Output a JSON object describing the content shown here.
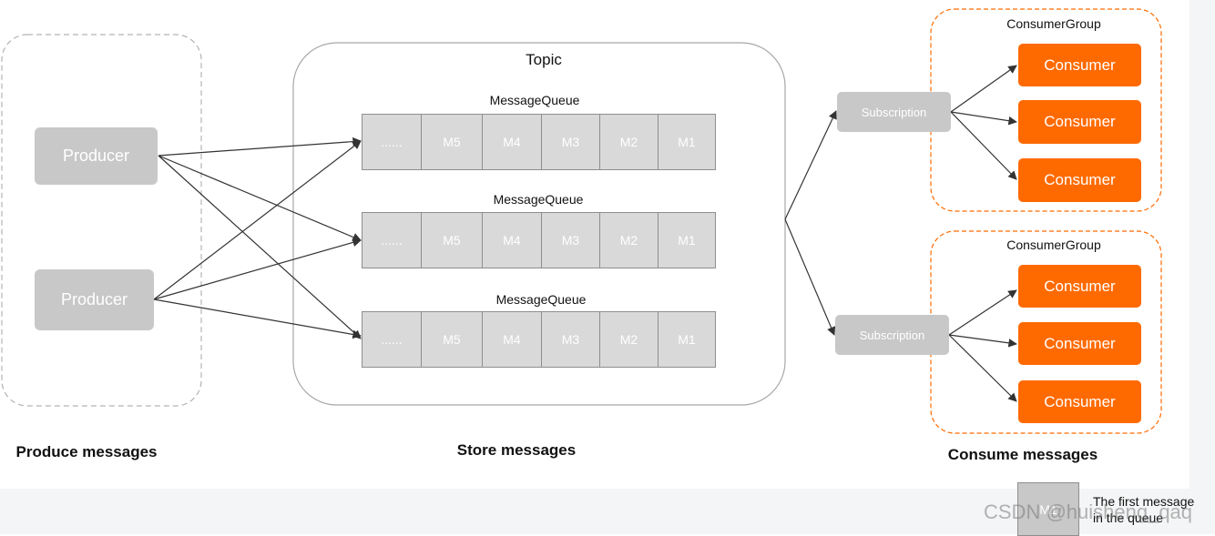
{
  "sections": {
    "produce": "Produce messages",
    "store": "Store messages",
    "consume": "Consume messages"
  },
  "topic": {
    "title": "Topic"
  },
  "producers": [
    {
      "label": "Producer"
    },
    {
      "label": "Producer"
    }
  ],
  "queues": [
    {
      "label": "MessageQueue",
      "cells": [
        "......",
        "M5",
        "M4",
        "M3",
        "M2",
        "M1"
      ]
    },
    {
      "label": "MessageQueue",
      "cells": [
        "......",
        "M5",
        "M4",
        "M3",
        "M2",
        "M1"
      ]
    },
    {
      "label": "MessageQueue",
      "cells": [
        "......",
        "M5",
        "M4",
        "M3",
        "M2",
        "M1"
      ]
    }
  ],
  "subscriptions": [
    {
      "label": "Subscription"
    },
    {
      "label": "Subscription"
    }
  ],
  "consumer_groups": [
    {
      "label": "ConsumerGroup",
      "consumers": [
        "Consumer",
        "Consumer",
        "Consumer"
      ]
    },
    {
      "label": "ConsumerGroup",
      "consumers": [
        "Consumer",
        "Consumer",
        "Consumer"
      ]
    }
  ],
  "legend": {
    "box_label": "M1",
    "text_line1": "The first message",
    "text_line2": "in the queue"
  },
  "watermark": "CSDN @huisheng_qaq",
  "colors": {
    "consumer": "#ff6a00",
    "producer": "#c8c8c8",
    "queue_cell": "#d9d9d9",
    "group_border": "#ff6a00",
    "arrow": "#333333"
  }
}
